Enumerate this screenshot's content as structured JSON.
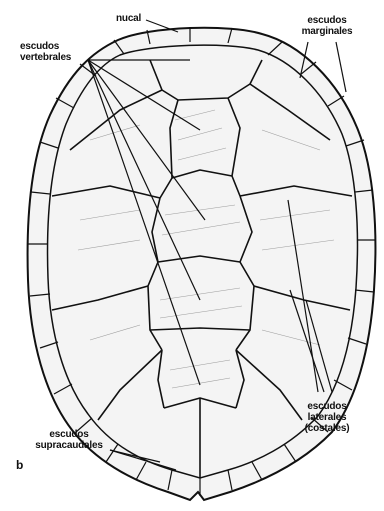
{
  "figure": {
    "panel_letter": "b",
    "labels": {
      "nucal": "nucal",
      "marginales_1": "escudos",
      "marginales_2": "marginales",
      "vertebrales_1": "escudos",
      "vertebrales_2": "vertebrales",
      "laterales_1": "escudos",
      "laterales_2": "laterales",
      "laterales_3": "(costales)",
      "supracaudales_1": "escudos",
      "supracaudales_2": "supracaudales"
    }
  },
  "colors": {
    "ink": "#111111",
    "shell_fill": "#f4f4f4",
    "background": "#ffffff"
  }
}
